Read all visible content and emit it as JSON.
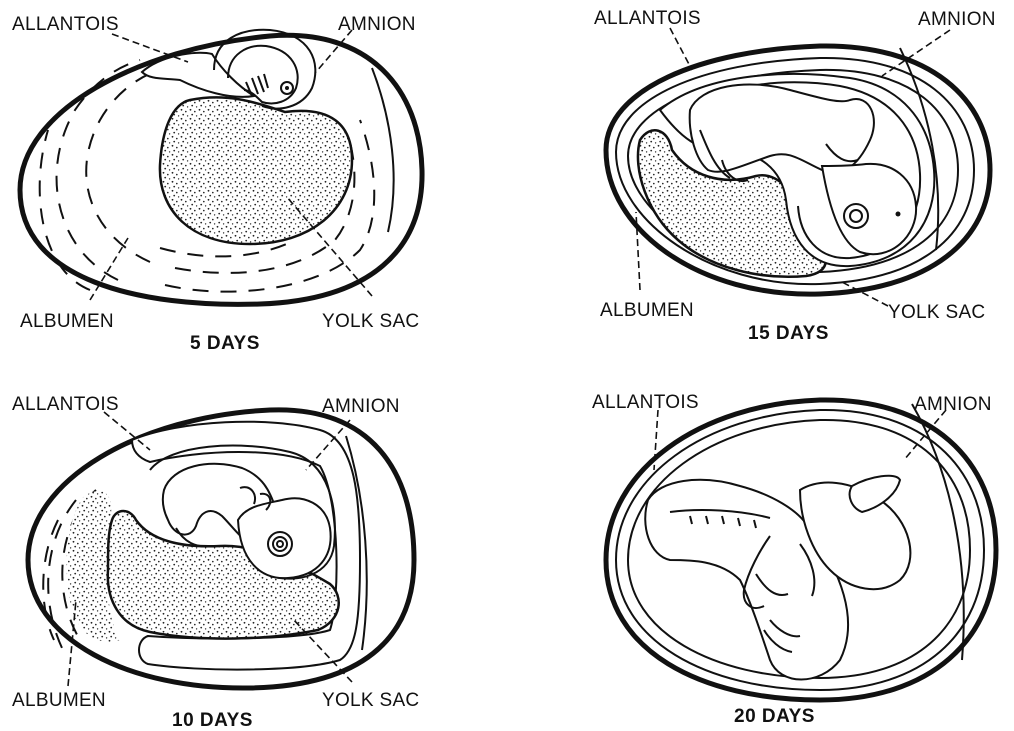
{
  "panels": [
    {
      "caption": "5 DAYS",
      "labels": {
        "allantois": "ALLANTOIS",
        "amnion": "AMNION",
        "albumen": "ALBUMEN",
        "yolk_sac": "YOLK SAC"
      }
    },
    {
      "caption": "15 DAYS",
      "labels": {
        "allantois": "ALLANTOIS",
        "amnion": "AMNION",
        "albumen": "ALBUMEN",
        "yolk_sac": "YOLK SAC"
      }
    },
    {
      "caption": "10 DAYS",
      "labels": {
        "allantois": "ALLANTOIS",
        "amnion": "AMNION",
        "albumen": "ALBUMEN",
        "yolk_sac": "YOLK SAC"
      }
    },
    {
      "caption": "20 DAYS",
      "labels": {
        "allantois": "ALLANTOIS",
        "amnion": "AMNION"
      }
    }
  ],
  "colors": {
    "ink": "#111111",
    "paper": "#ffffff"
  }
}
